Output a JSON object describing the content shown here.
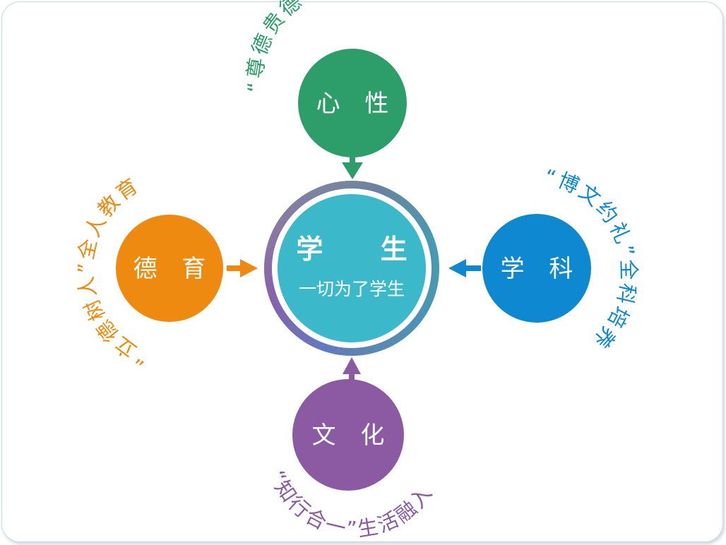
{
  "center": {
    "title": "学 生",
    "subtitle": "一切为了学生",
    "fill_color": "#3bb8c9",
    "ring_colors": [
      "#e0904a",
      "#8a5aa8",
      "#3a8fd2",
      "#52b86e"
    ]
  },
  "nodes": {
    "top": {
      "label": "心 性",
      "color": "#2d9e6a",
      "caption": "“尊德贵德”心性为本"
    },
    "left": {
      "label": "德 育",
      "color": "#ee8a10",
      "caption": "“立德树人”全人教育"
    },
    "right": {
      "label": "学 科",
      "color": "#0f88d2",
      "caption": "“博文约礼”全科培养"
    },
    "bottom": {
      "label": "文 化",
      "color": "#8c5aa3",
      "caption": "“知行合一”生活融入"
    }
  }
}
